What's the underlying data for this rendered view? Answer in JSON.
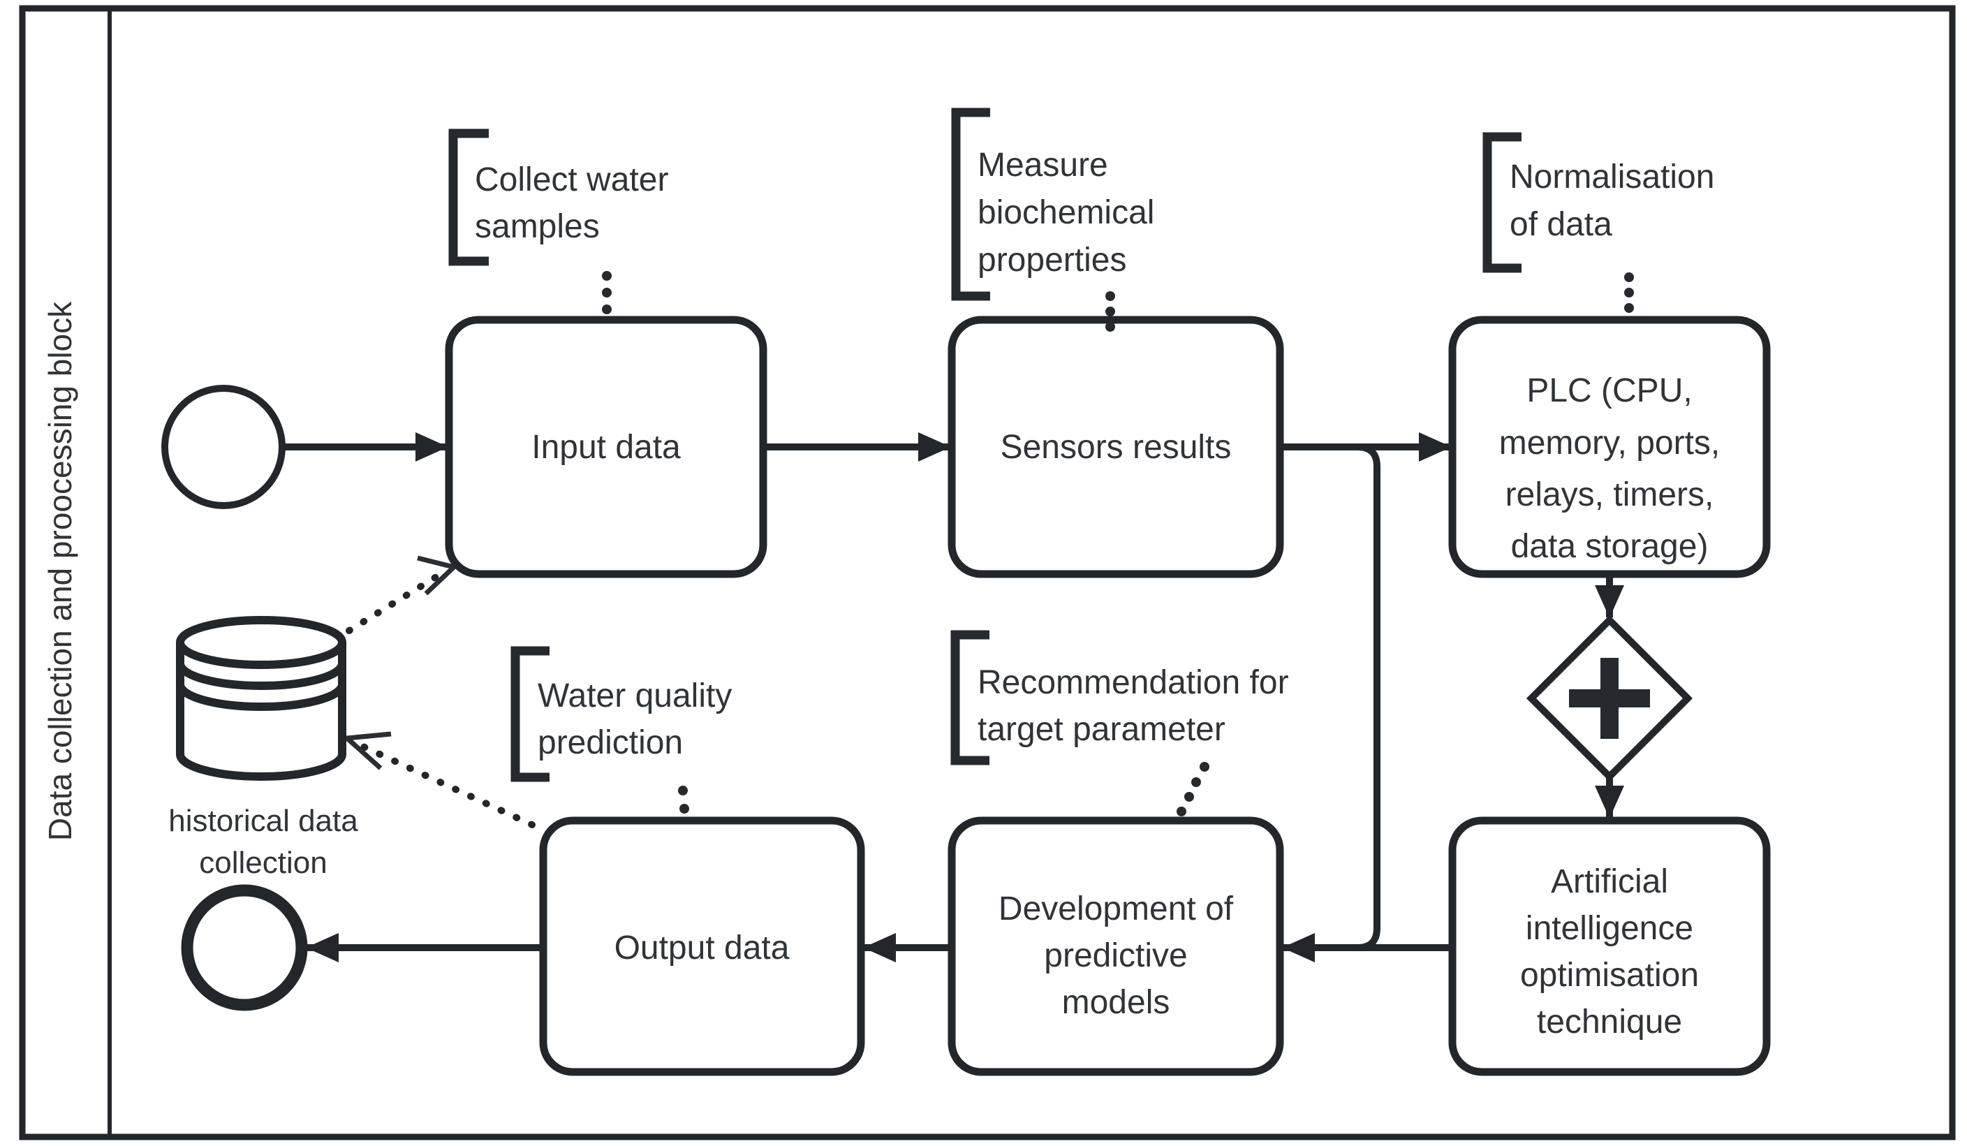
{
  "lane": {
    "title": "Data collection and proocessing block"
  },
  "nodes": {
    "start_event": {
      "type": "start-event"
    },
    "end_event": {
      "type": "end-event"
    },
    "input_data": {
      "label": "Input data"
    },
    "sensors_results": {
      "label": "Sensors results"
    },
    "plc": {
      "lines": [
        "PLC (CPU,",
        "memory, ports,",
        "relays, timers,",
        "data storage)"
      ]
    },
    "gateway": {
      "type": "parallel-gateway"
    },
    "ai_optimisation": {
      "lines": [
        "Artificial",
        "intelligence",
        "optimisation",
        "technique"
      ]
    },
    "development": {
      "lines": [
        "Development of",
        "predictive",
        "models"
      ]
    },
    "output_data": {
      "label": "Output data"
    },
    "datastore": {
      "label_lines": [
        "historical data",
        "collection"
      ]
    }
  },
  "annotations": {
    "collect": {
      "lines": [
        "Collect water",
        "samples"
      ]
    },
    "measure": {
      "lines": [
        "Measure",
        "biochemical",
        "properties"
      ]
    },
    "normalisation": {
      "lines": [
        "Normalisation",
        "of data"
      ]
    },
    "water_quality": {
      "lines": [
        "Water quality",
        "prediction"
      ]
    },
    "recommendation": {
      "lines": [
        "Recommendation for",
        "target parameter"
      ]
    }
  },
  "icons": {
    "parallel_gateway": "plus-cross",
    "data_store": "database-cylinder"
  },
  "colors": {
    "ink": "#23262b",
    "text": "#303338",
    "background": "#ffffff"
  }
}
